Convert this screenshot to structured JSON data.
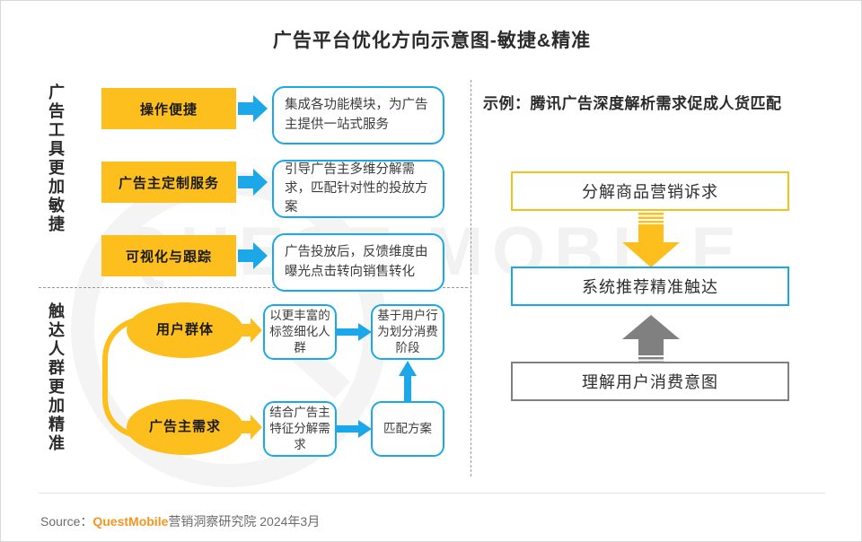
{
  "title": "广告平台优化方向示意图-敏捷&精准",
  "colors": {
    "orange": "#FCBF1E",
    "blue": "#1CA8E8",
    "yellow_border": "#F2C21A",
    "gray_border": "#808080",
    "brand_orange": "#F7941E",
    "arrow_gray": "#808080"
  },
  "watermark": {
    "text": "QUEST MOBILE"
  },
  "left": {
    "section_top": {
      "vertical_label": "广告工具更加敏捷",
      "rows": [
        {
          "chip": "操作便捷",
          "arrow": "blue-right-arrow",
          "callout": "集成各功能模块，为广告主提供一站式服务"
        },
        {
          "chip": "广告主定制服务",
          "arrow": "blue-right-arrow",
          "callout": "引导广告主多维分解需求，匹配针对性的投放方案"
        },
        {
          "chip": "可视化与跟踪",
          "arrow": "blue-right-arrow",
          "callout": "广告投放后，反馈维度由曝光点击转向销售转化"
        }
      ]
    },
    "section_bottom": {
      "vertical_label": "触达人群更加精准",
      "bracket": "yellow-brace",
      "nodes": [
        {
          "ellipse": "用户群体",
          "arrow": "orange-right-arrow"
        },
        {
          "ellipse": "广告主需求",
          "arrow": "orange-right-arrow"
        }
      ],
      "flow": [
        {
          "id": "b1",
          "label": "以更丰富的标签细化人群"
        },
        {
          "id": "b2",
          "label": "基于用户行为划分消费阶段"
        },
        {
          "id": "b3",
          "label": "结合广告主特征分解需求"
        },
        {
          "id": "b4",
          "label": "匹配方案"
        }
      ],
      "connections": [
        {
          "from": "b1",
          "to": "b2",
          "dir": "right"
        },
        {
          "from": "b3",
          "to": "b4",
          "dir": "right"
        },
        {
          "from": "b4",
          "to": "b2",
          "dir": "up"
        }
      ]
    }
  },
  "right": {
    "header": "示例：腾讯广告深度解析需求促成人货匹配",
    "steps": [
      {
        "label": "分解商品营销诉求",
        "style": "yellow"
      },
      {
        "label": "系统推荐精准触达",
        "style": "blue"
      },
      {
        "label": "理解用户消费意图",
        "style": "gray"
      }
    ],
    "arrows": [
      {
        "name": "down-arrow-orange",
        "dir": "down",
        "color": "#FCBF1E"
      },
      {
        "name": "up-arrow-gray",
        "dir": "up",
        "color": "#808080"
      }
    ]
  },
  "footer": {
    "source_label": "Source：",
    "brand": "QuestMobile",
    "rest": "营销洞察研究院 2024年3月"
  }
}
